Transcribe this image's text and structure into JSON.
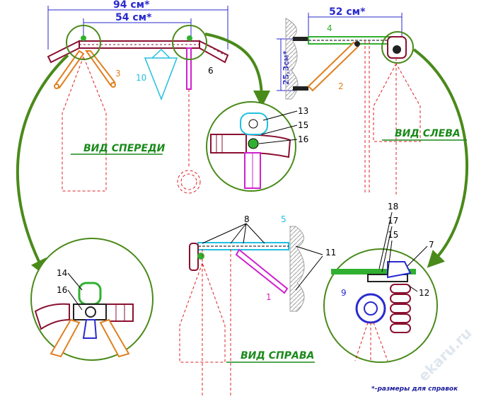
{
  "dims": {
    "front_total": "94 см*",
    "front_inner": "54 см*",
    "left_length": "52 см*",
    "left_height": "25,3см*"
  },
  "views": {
    "front": "ВИД СПЕРЕДИ",
    "left": "ВИД СЛЕВА",
    "right": "ВИД СПРАВА"
  },
  "footnote": "*-размеры для справок",
  "watermark": "ekaru.ru",
  "labels": {
    "l1": "1",
    "l2": "2",
    "l3": "3",
    "l4": "4",
    "l5": "5",
    "l6": "6",
    "l7": "7",
    "l8": "8",
    "l9": "9",
    "l10": "10",
    "l11": "11",
    "l12": "12",
    "l13": "13",
    "l14": "14",
    "l15a": "15",
    "l15b": "15",
    "l16a": "16",
    "l16b": "16",
    "l17": "17",
    "l18": "18"
  },
  "colors": {
    "bar": "#8a1030",
    "orange": "#e08020",
    "magenta": "#d020d0",
    "cyan": "#20c0e0",
    "green": "#30b030",
    "redline": "#e02020",
    "arrow": "#4a8a1a",
    "blue": "#2a2ad0",
    "wall": "#a0a0a0"
  }
}
